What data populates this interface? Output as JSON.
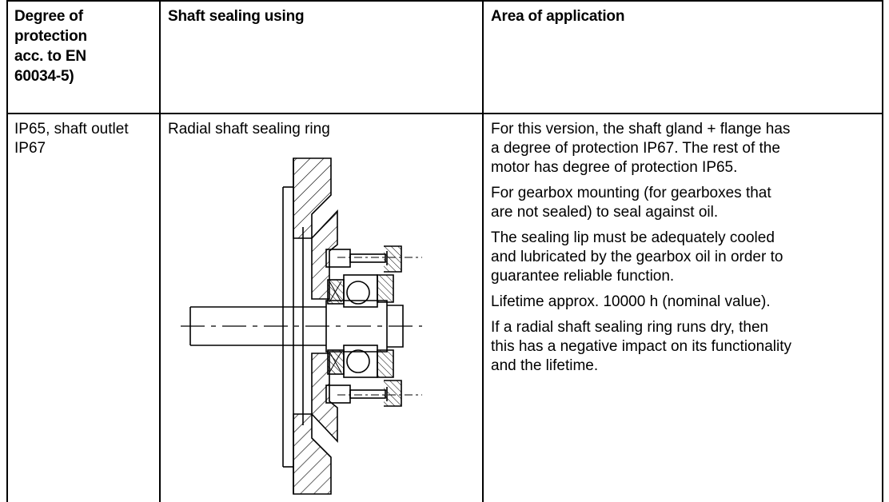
{
  "table": {
    "headers": {
      "degree": [
        "Degree of",
        "protection",
        "acc. to EN",
        "60034-5)"
      ],
      "shaft_sealing": "Shaft sealing using",
      "area": "Area of application"
    },
    "row": {
      "degree": [
        "IP65, shaft outlet",
        "IP67"
      ],
      "shaft_sealing": "Radial shaft sealing ring",
      "area_paragraphs": [
        [
          "For this version, the shaft gland + flange has",
          "a degree of protection IP67. The rest of the",
          "motor has degree of protection IP65."
        ],
        [
          "For gearbox mounting (for gearboxes that",
          "are not sealed) to seal against oil."
        ],
        [
          "The sealing lip must be adequately cooled",
          "and lubricated by the gearbox oil in order to",
          "guarantee reliable function."
        ],
        [
          "Lifetime approx. 10000 h (nominal value)."
        ],
        [
          "If a radial shaft sealing ring runs dry, then",
          "this has a negative impact on its functionality",
          "and the lifetime."
        ]
      ]
    }
  }
}
